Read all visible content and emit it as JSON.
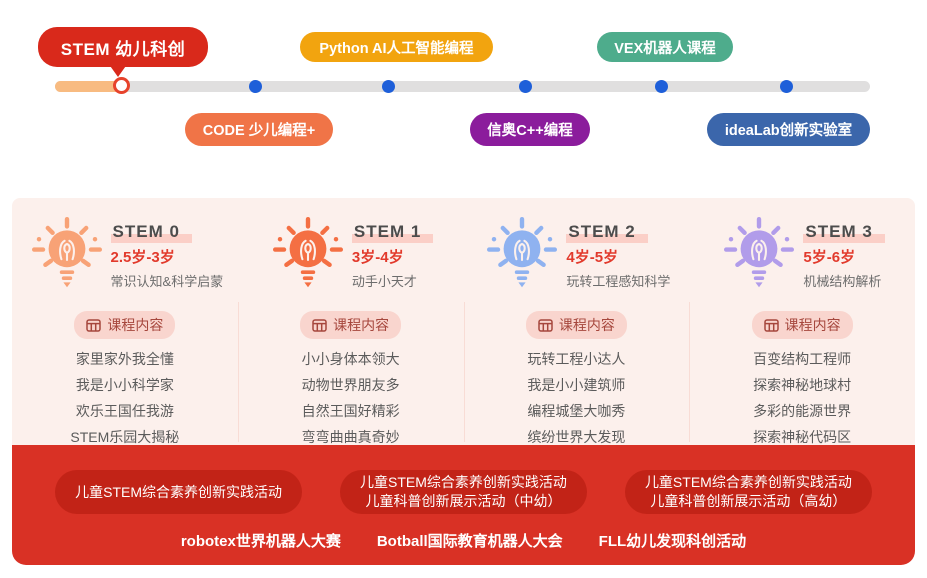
{
  "timeline": {
    "bubble": {
      "label": "STEM 幼儿科创",
      "color": "#D9291B"
    },
    "track_color": "#E0DFDF",
    "progress_color": "#F8BB81",
    "dot_color": "#1E5FD9",
    "top_pills": [
      {
        "label": "Python AI人工智能编程",
        "color": "#F2A40F"
      },
      {
        "label": "VEX机器人课程",
        "color": "#4EAC8C"
      }
    ],
    "bottom_pills": [
      {
        "label": "CODE 少儿编程+",
        "color": "#F07447"
      },
      {
        "label": "信奥C++编程",
        "color": "#8B1C9C"
      },
      {
        "label": "ideaLab创新实验室",
        "color": "#3B66AB"
      }
    ]
  },
  "stages": [
    {
      "title": "STEM 0",
      "age": "2.5岁-3岁",
      "subtitle": "常识认知&科学启蒙",
      "badge_label": "课程内容",
      "bulb_color": "#F8A276",
      "courses": [
        "家里家外我全懂",
        "我是小小科学家",
        "欢乐王国任我游",
        "STEM乐园大揭秘"
      ]
    },
    {
      "title": "STEM 1",
      "age": "3岁-4岁",
      "subtitle": "动手小天才",
      "badge_label": "课程内容",
      "bulb_color": "#F46F43",
      "courses": [
        "小小身体本领大",
        "动物世界朋友多",
        "自然王国好精彩",
        "弯弯曲曲真奇妙"
      ]
    },
    {
      "title": "STEM 2",
      "age": "4岁-5岁",
      "subtitle": "玩转工程感知科学",
      "badge_label": "课程内容",
      "bulb_color": "#8FB2F0",
      "courses": [
        "玩转工程小达人",
        "我是小小建筑师",
        "编程城堡大咖秀",
        "缤纷世界大发现"
      ]
    },
    {
      "title": "STEM 3",
      "age": "5岁-6岁",
      "subtitle": "机械结构解析",
      "badge_label": "课程内容",
      "bulb_color": "#B19CEA",
      "courses": [
        "百变结构工程师",
        "探索神秘地球村",
        "多彩的能源世界",
        "探索神秘代码区"
      ]
    }
  ],
  "events": {
    "band_color": "#D93125",
    "pill_color": "#C22317",
    "pills": [
      {
        "lines": [
          "儿童STEM综合素养创新实践活动"
        ]
      },
      {
        "lines": [
          "儿童STEM综合素养创新实践活动",
          "儿童科普创新展示活动（中幼）"
        ]
      },
      {
        "lines": [
          "儿童STEM综合素养创新实践活动",
          "儿童科普创新展示活动（高幼）"
        ]
      }
    ],
    "competitions": [
      "robotex世界机器人大赛",
      "Botball国际教育机器人大会",
      "FLL幼儿发现科创活动"
    ]
  }
}
